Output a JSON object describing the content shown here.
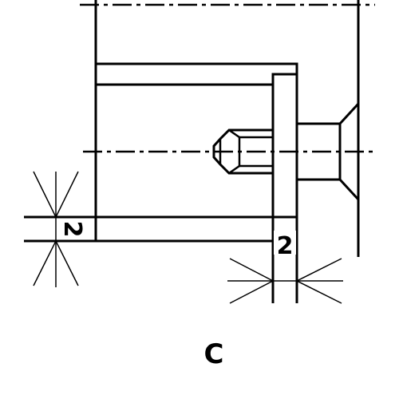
{
  "dimensions": {
    "vertical_value": "2",
    "horizontal_value": "2"
  },
  "caption": "C",
  "colors": {
    "line": "#000000",
    "background": "#ffffff"
  }
}
